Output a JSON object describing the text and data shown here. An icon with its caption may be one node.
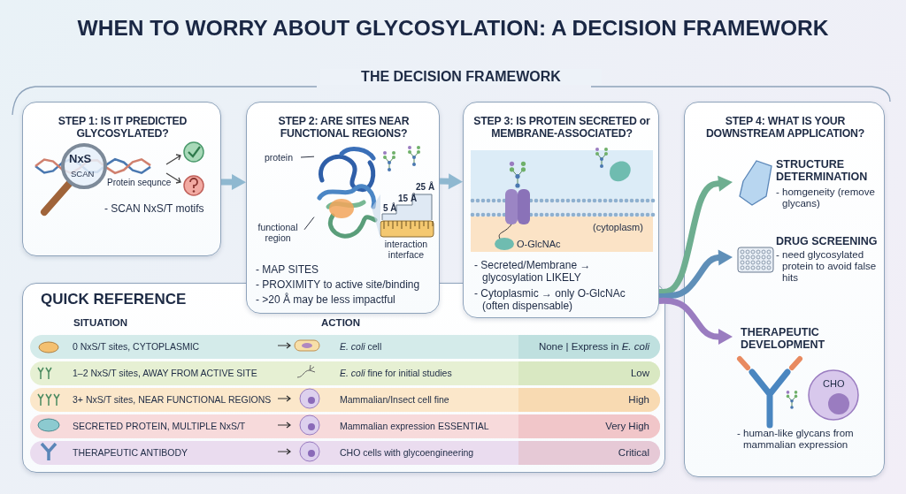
{
  "diagram": {
    "title": "WHEN TO WORRY ABOUT GLYCOSYLATION: A DECISION FRAMEWORK",
    "nodes": [
      {
        "text": [
          "STEP 1: IS IT PREDICTED GLYCOSYLATED?",
          "- SCAN NxS/T motifs"
        ]
      },
      {
        "text": [
          "STEP 2: ARE SITES NEAR FUNCTIONAL REGIONS?",
          "- MAP SITES",
          "- PROXIMITY to active site/binding",
          "- >20 Å may be less impactful"
        ]
      },
      {
        "text": [
          "protein"
        ],
        "in": 1
      },
      {
        "text": [
          "functional region"
        ],
        "in": 1
      },
      {
        "text": [],
        "shape": "picture",
        "in": 1
      },
      {
        "text": [
          "STEP 3: IS PROTEIN SECRETED or MEMBRANE-ASSOCIATED?",
          "- Secreted/Membrane → glycosylation LIKELY",
          "- Cytoplasmic → only O-GlcNAc (often dispensable)"
        ]
      },
      {
        "text": [
          "STEP 4: WHAT IS YOUR DOWNSTREAM APPLICATION?"
        ]
      },
      {
        "text": [
          "STRUCTURE DETERMINATION",
          "- homgeneity (remove glycans)"
        ],
        "in": 6
      },
      {
        "text": [
          "DRUG SCREENING",
          "- need glycosylated protein to avoid false hits"
        ],
        "in": 6
      },
      {
        "text": [
          "THERAPEUTIC DEVELOPMENT",
          "- human-like glycans from mammalian expression"
        ],
        "in": 6
      },
      {
        "text": [
          "QUICK REFERENCE",
          "SITUATION",
          "ACTION"
        ]
      },
      {
        "text": [
          "0 NxS/T sites, CYTOPLASMIC",
          "*E. coli* cell",
          "None | Express in *E. coli*"
        ],
        "in": 10
      },
      {
        "text": [
          "1–2 NxS/T sites, AWAY FROM ACTIVE SITE",
          "*E. coli* fine for initial studies",
          "Low"
        ],
        "in": 10
      },
      {
        "text": [
          "3+ NxS/T sites, NEAR FUNCTIONAL REGIONS",
          "Mammalian/Insect cell fine",
          "High"
        ],
        "in": 10
      },
      {
        "text": [
          "SECRETED PROTEIN, MULTIPLE NxS/T",
          "Mammalian expression ESSENTIAL",
          "Very High"
        ],
        "in": 10
      },
      {
        "text": [
          "THERAPEUTIC ANTIBODY",
          "CHO cells with glycoengineering",
          "Critical"
        ],
        "in": 10
      }
    ],
    "edges": [
      {
        "from": 0,
        "to": 1,
        "arrow": "to",
        "color": "#8fb8d0"
      },
      {
        "from": 1,
        "to": 5,
        "arrow": "to",
        "color": "#8fb8d0"
      },
      {
        "from": 2,
        "to": 4,
        "arrow": "none",
        "color": "#2b3140"
      },
      {
        "from": 3,
        "to": 4,
        "arrow": "none",
        "color": "#2b3140"
      },
      {
        "from": 5,
        "to": 7,
        "arrow": "to",
        "color": "#6eae90"
      },
      {
        "from": 5,
        "to": 8,
        "arrow": "to",
        "color": "#5f8fb8"
      },
      {
        "from": 5,
        "to": 9,
        "arrow": "to",
        "color": "#9a7cc0"
      }
    ],
    "labels": [
      "THE DECISION FRAMEWORK",
      "NxS",
      "SCAN",
      "Protein sequnce",
      "25 Å",
      "15 Å",
      "5 Å",
      "interaction interface",
      "(cytoplasm)",
      "O-GlcNAc",
      "CHO"
    ]
  }
}
